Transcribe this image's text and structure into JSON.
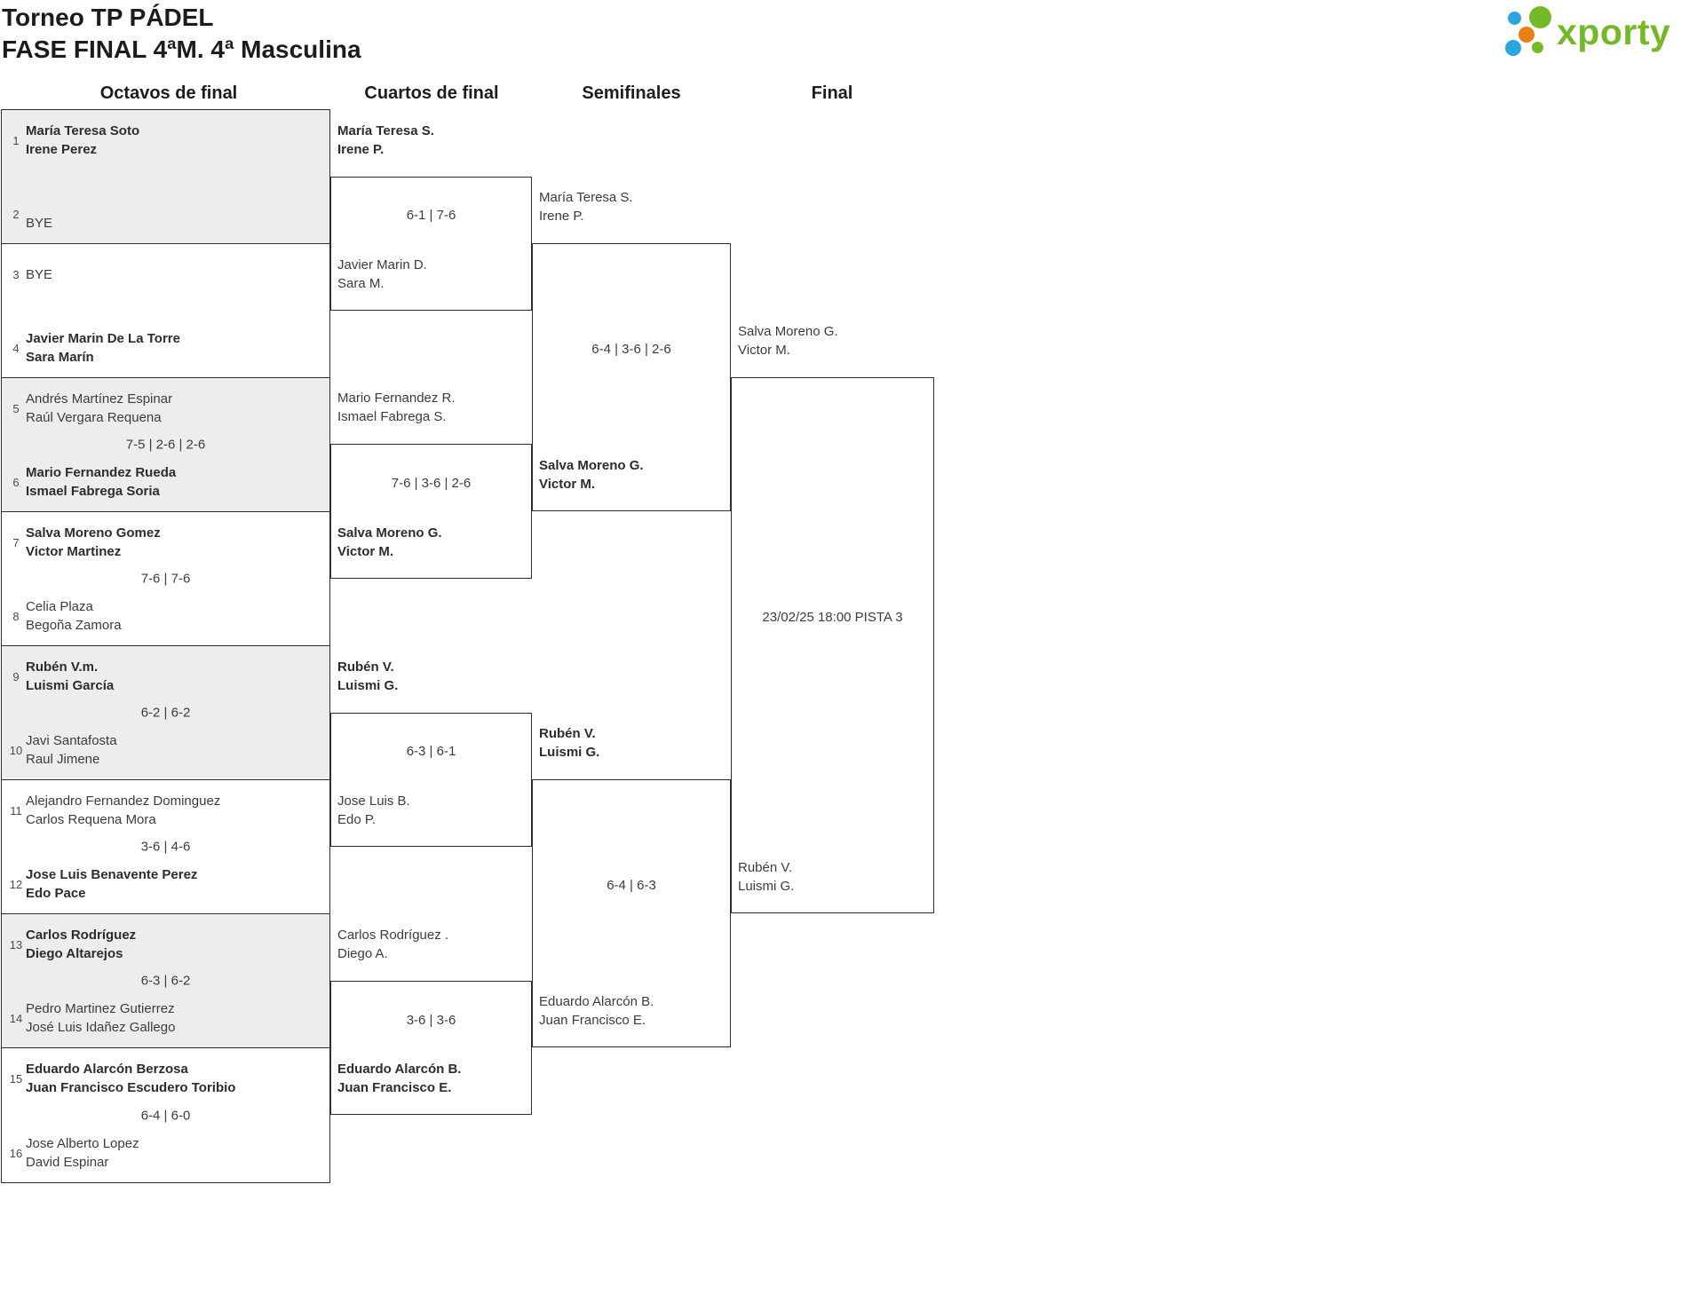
{
  "header": {
    "title_line1": "Torneo TP PÁDEL",
    "title_line2": "FASE FINAL 4ªM. 4ª Masculina",
    "logo_text": "xporty"
  },
  "round_headers": {
    "r16": "Octavos de final",
    "qf": "Cuartos de final",
    "sf": "Semifinales",
    "final": "Final"
  },
  "colors": {
    "logo_green": "#74b928",
    "logo_blue": "#2ba7df",
    "logo_orange": "#ec7e19",
    "box_gray": "#ededed",
    "border": "#2e2e2e"
  },
  "r16": {
    "matches": [
      {
        "seed_a": "1",
        "a1": "María Teresa Soto",
        "a2": "Irene Perez",
        "score": "",
        "seed_b": "2",
        "b1": "BYE",
        "b2": "",
        "winner": "a"
      },
      {
        "seed_a": "3",
        "a1": "BYE",
        "a2": "",
        "score": "",
        "seed_b": "4",
        "b1": "Javier Marin De La Torre",
        "b2": "Sara Marín",
        "winner": "b"
      },
      {
        "seed_a": "5",
        "a1": "Andrés Martínez Espinar",
        "a2": "Raúl Vergara Requena",
        "score": "7-5 | 2-6 | 2-6",
        "seed_b": "6",
        "b1": "Mario Fernandez Rueda",
        "b2": "Ismael Fabrega Soria",
        "winner": "b"
      },
      {
        "seed_a": "7",
        "a1": "Salva Moreno Gomez",
        "a2": "Victor Martinez",
        "score": "7-6 | 7-6",
        "seed_b": "8",
        "b1": "Celia Plaza",
        "b2": "Begoña Zamora",
        "winner": "a"
      },
      {
        "seed_a": "9",
        "a1": "Rubén V.m.",
        "a2": "Luismi García",
        "score": "6-2 | 6-2",
        "seed_b": "10",
        "b1": "Javi Santafosta",
        "b2": "Raul Jimene",
        "winner": "a"
      },
      {
        "seed_a": "11",
        "a1": "Alejandro Fernandez Dominguez",
        "a2": "Carlos Requena Mora",
        "score": "3-6 | 4-6",
        "seed_b": "12",
        "b1": "Jose Luis Benavente Perez",
        "b2": "Edo Pace",
        "winner": "b"
      },
      {
        "seed_a": "13",
        "a1": "Carlos Rodríguez",
        "a2": "Diego Altarejos",
        "score": "6-3 | 6-2",
        "seed_b": "14",
        "b1": "Pedro Martinez Gutierrez",
        "b2": "José Luis Idañez Gallego",
        "winner": "a"
      },
      {
        "seed_a": "15",
        "a1": "Eduardo Alarcón Berzosa",
        "a2": "Juan Francisco Escudero Toribio",
        "score": "6-4 | 6-0",
        "seed_b": "16",
        "b1": "Jose Alberto Lopez",
        "b2": "David Espinar",
        "winner": "a"
      }
    ]
  },
  "qf": {
    "matches": [
      {
        "a1": "María Teresa S.",
        "a2": "Irene P.",
        "score": "6-1 | 7-6",
        "b1": "Javier Marin D.",
        "b2": "Sara M.",
        "winner": "a"
      },
      {
        "a1": "Mario Fernandez R.",
        "a2": "Ismael Fabrega S.",
        "score": "7-6 | 3-6 | 2-6",
        "b1": "Salva Moreno G.",
        "b2": "Victor M.",
        "winner": "b"
      },
      {
        "a1": "Rubén V.",
        "a2": "Luismi G.",
        "score": "6-3 | 6-1",
        "b1": "Jose Luis B.",
        "b2": "Edo P.",
        "winner": "a"
      },
      {
        "a1": "Carlos Rodríguez .",
        "a2": "Diego A.",
        "score": "3-6 | 3-6",
        "b1": "Eduardo Alarcón B.",
        "b2": "Juan Francisco E.",
        "winner": "b"
      }
    ]
  },
  "sf": {
    "matches": [
      {
        "a1": "María Teresa S.",
        "a2": "Irene P.",
        "score": "6-4 | 3-6 | 2-6",
        "b1": "Salva Moreno G.",
        "b2": "Victor M.",
        "winner": "b"
      },
      {
        "a1": "Rubén V.",
        "a2": "Luismi G.",
        "score": "6-4 | 6-3",
        "b1": "Eduardo Alarcón B.",
        "b2": "Juan Francisco E.",
        "winner": "a"
      }
    ]
  },
  "final": {
    "a1": "Salva Moreno G.",
    "a2": "Victor M.",
    "info": "23/02/25 18:00 PISTA 3",
    "b1": "Rubén V.",
    "b2": "Luismi G."
  }
}
